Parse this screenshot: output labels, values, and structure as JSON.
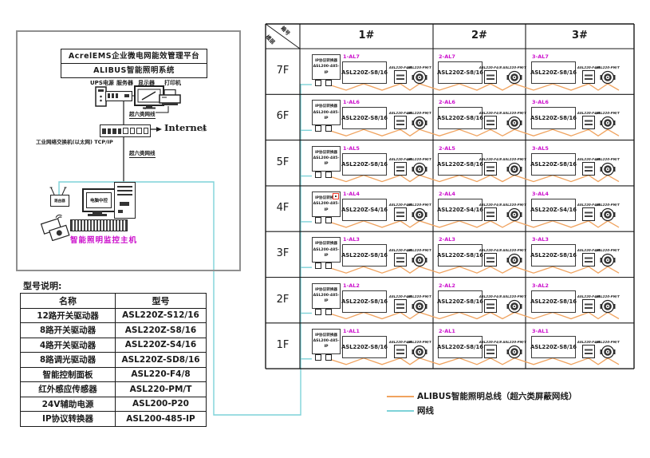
{
  "platform_panel": {
    "title_line1": "AcrelEMS企业微电网能效管理平台",
    "title_line2": "ALIBUS智能照明系统",
    "equipment": [
      "UPS电源",
      "服务器",
      "显示器",
      "打印机"
    ],
    "cable_label_top": "超六类网线",
    "cable_label_bottom": "超六类网线",
    "switch_label": "工业网络交换机(以太网) TCP/IP",
    "internet_label": "Internet",
    "monitor_screen_label": "电脑中控",
    "router_label": "路由器",
    "host_label": "智能照明监控主机"
  },
  "model_table": {
    "caption": "型号说明:",
    "headers": [
      "名称",
      "型号"
    ],
    "rows": [
      [
        "12路开关驱动器",
        "ASL220Z-S12/16"
      ],
      [
        "8路开关驱动器",
        "ASL220Z-S8/16"
      ],
      [
        "4路开关驱动器",
        "ASL220Z-S4/16"
      ],
      [
        "8路调光驱动器",
        "ASL220Z-SD8/16"
      ],
      [
        "智能控制面板",
        "ASL220-F4/8"
      ],
      [
        "红外感应传感器",
        "ASL220-PM/T"
      ],
      [
        "24V辅助电源",
        "ASL200-P20"
      ],
      [
        "IP协议转换器",
        "ASL200-485-IP"
      ]
    ]
  },
  "grid": {
    "corner": {
      "top_right": "箱号",
      "bottom_left": "楼层"
    },
    "columns": [
      "1#",
      "2#",
      "3#"
    ],
    "ip_converter": {
      "line1": "IP协议转换器",
      "line2": "ASL200-485-IP"
    },
    "panel_label": "ASL220-F4/8",
    "sensor_label": "ASL220-PM/T",
    "rows": [
      {
        "floor": "7F",
        "marked": false,
        "circuits": [
          {
            "id": "1-AL7",
            "model": "ASL220Z-S8/16"
          },
          {
            "id": "2-AL7",
            "model": "ASL220Z-S8/16"
          },
          {
            "id": "3-AL7",
            "model": "ASL220Z-S8/16"
          }
        ]
      },
      {
        "floor": "6F",
        "marked": false,
        "circuits": [
          {
            "id": "1-AL6",
            "model": "ASL220Z-S8/16"
          },
          {
            "id": "2-AL6",
            "model": "ASL220Z-S8/16"
          },
          {
            "id": "3-AL6",
            "model": "ASL220Z-S8/16"
          }
        ]
      },
      {
        "floor": "5F",
        "marked": false,
        "circuits": [
          {
            "id": "1-AL5",
            "model": "ASL220Z-S8/16"
          },
          {
            "id": "2-AL5",
            "model": "ASL220Z-S8/16"
          },
          {
            "id": "3-AL5",
            "model": "ASL220Z-S8/16"
          }
        ]
      },
      {
        "floor": "4F",
        "marked": true,
        "circuits": [
          {
            "id": "1-AL4",
            "model": "ASL220Z-S4/16"
          },
          {
            "id": "2-AL4",
            "model": "ASL220Z-S4/16"
          },
          {
            "id": "3-AL4",
            "model": "ASL220Z-S4/16"
          }
        ]
      },
      {
        "floor": "3F",
        "marked": false,
        "circuits": [
          {
            "id": "1-AL3",
            "model": "ASL220Z-S8/16"
          },
          {
            "id": "2-AL3",
            "model": "ASL220Z-S8/16"
          },
          {
            "id": "3-AL3",
            "model": "ASL220Z-S8/16"
          }
        ]
      },
      {
        "floor": "2F",
        "marked": false,
        "circuits": [
          {
            "id": "1-AL2",
            "model": "ASL220Z-S8/16"
          },
          {
            "id": "2-AL2",
            "model": "ASL220Z-S8/16"
          },
          {
            "id": "3-AL2",
            "model": "ASL220Z-S8/16"
          }
        ]
      },
      {
        "floor": "1F",
        "marked": false,
        "circuits": [
          {
            "id": "1-AL1",
            "model": "ASL220Z-S8/16"
          },
          {
            "id": "2-AL1",
            "model": "ASL220Z-S8/16"
          },
          {
            "id": "3-AL1",
            "model": "ASL220Z-S8/16"
          }
        ]
      }
    ]
  },
  "legend": [
    {
      "color": "#F0A35F",
      "label": "ALIBUS智能照明总线（超六类屏蔽网线）"
    },
    {
      "color": "#7DD2D8",
      "label": "网线"
    }
  ],
  "colors": {
    "bus": "#F0A35F",
    "network_cable": "#7DD2D8",
    "circuit_label": "#CC10CC",
    "marker": "#F23B2E",
    "line": "#1a1a1a"
  }
}
